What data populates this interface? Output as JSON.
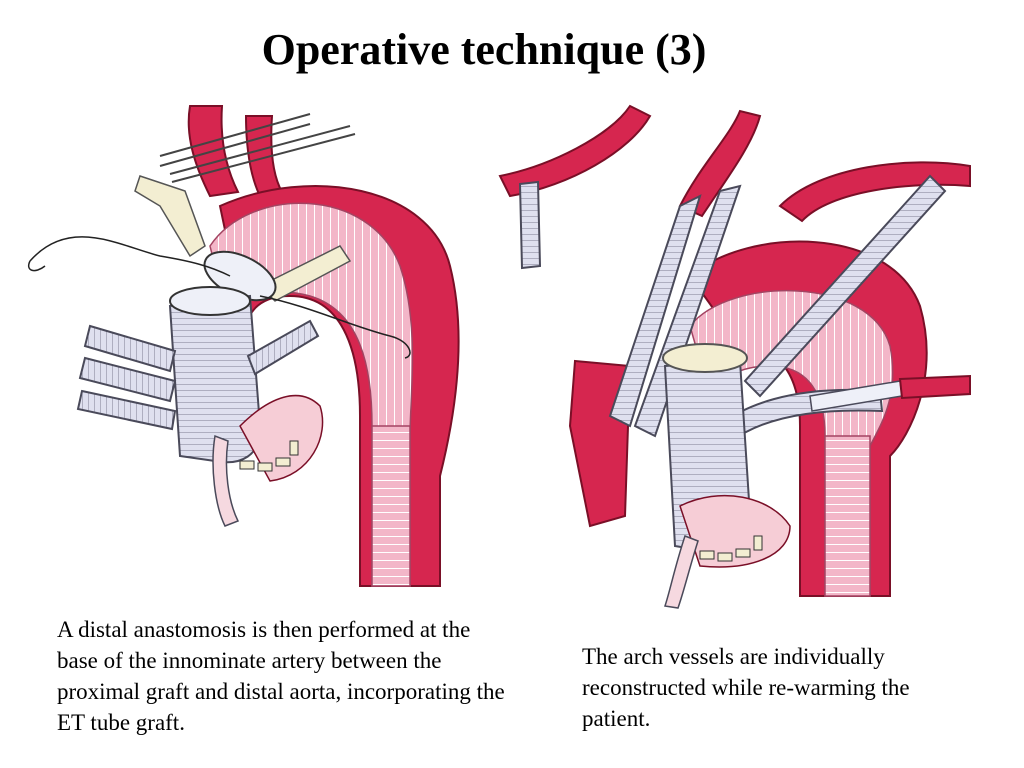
{
  "slide": {
    "title": "Operative technique (3)",
    "captions": {
      "left": "A distal anastomosis is then performed at the base of the innominate artery between the proximal graft and distal aorta, incorporating the ET tube graft.",
      "right": "The arch vessels are individually reconstructed while re-warming the patient."
    }
  },
  "colors": {
    "aorta_red": "#d6264f",
    "aorta_dark": "#b0173b",
    "graft_pink": "#f3b6c8",
    "graft_stripe": "#ffffff",
    "tube_lavender": "#dfe0ef",
    "tube_outline": "#4a4a5a",
    "clamp_cream": "#f3eed2",
    "tissue_pink": "#f6cdd6"
  }
}
